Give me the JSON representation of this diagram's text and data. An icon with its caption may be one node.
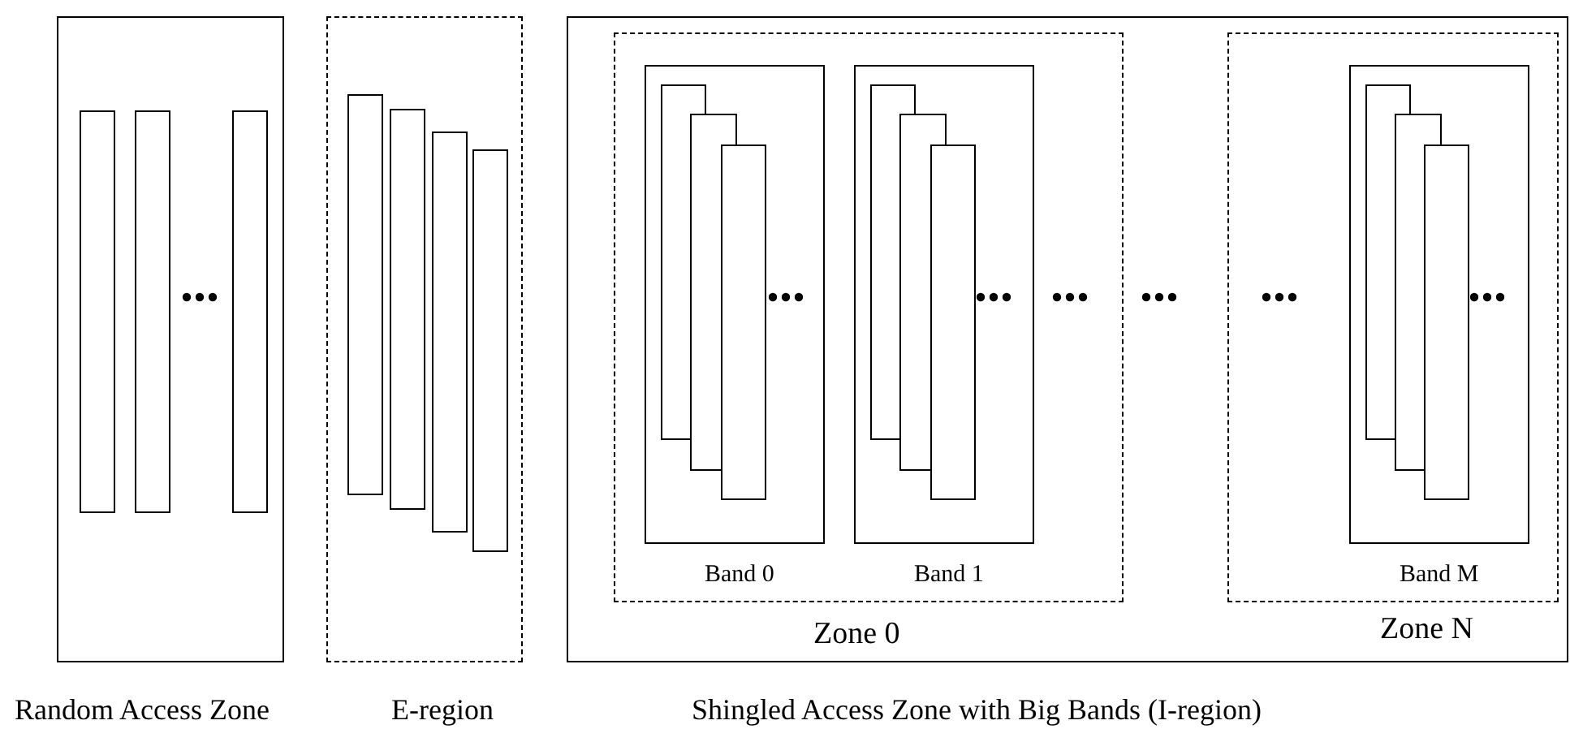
{
  "diagram": {
    "nodes": [
      {
        "text": [
          "Random Access Zone"
        ]
      },
      {
        "text": [],
        "shape": "bar",
        "in": 0
      },
      {
        "text": [],
        "shape": "bar",
        "in": 0
      },
      {
        "text": [],
        "shape": "bar",
        "in": 0
      },
      {
        "text": [
          "E-region"
        ]
      },
      {
        "text": [],
        "shape": "bar",
        "in": 4
      },
      {
        "text": [],
        "shape": "bar",
        "in": 4
      },
      {
        "text": [],
        "shape": "bar",
        "in": 4
      },
      {
        "text": [],
        "shape": "bar",
        "in": 4
      },
      {
        "text": [
          "Shingled Access Zone with Big Bands (I-region)"
        ]
      },
      {
        "text": [
          "Zone 0"
        ],
        "in": 9
      },
      {
        "text": [
          "Band 0"
        ],
        "in": 10
      },
      {
        "text": [],
        "shape": "bar",
        "in": 11
      },
      {
        "text": [],
        "shape": "bar",
        "in": 11
      },
      {
        "text": [],
        "shape": "bar",
        "in": 11
      },
      {
        "text": [
          "Band 1"
        ],
        "in": 10
      },
      {
        "text": [],
        "shape": "bar",
        "in": 15
      },
      {
        "text": [],
        "shape": "bar",
        "in": 15
      },
      {
        "text": [],
        "shape": "bar",
        "in": 15
      },
      {
        "text": [
          "Zone N"
        ],
        "in": 9
      },
      {
        "text": [
          "Band M"
        ],
        "in": 19
      },
      {
        "text": [],
        "shape": "bar",
        "in": 20
      },
      {
        "text": [],
        "shape": "bar",
        "in": 20
      },
      {
        "text": [],
        "shape": "bar",
        "in": 20
      }
    ]
  }
}
